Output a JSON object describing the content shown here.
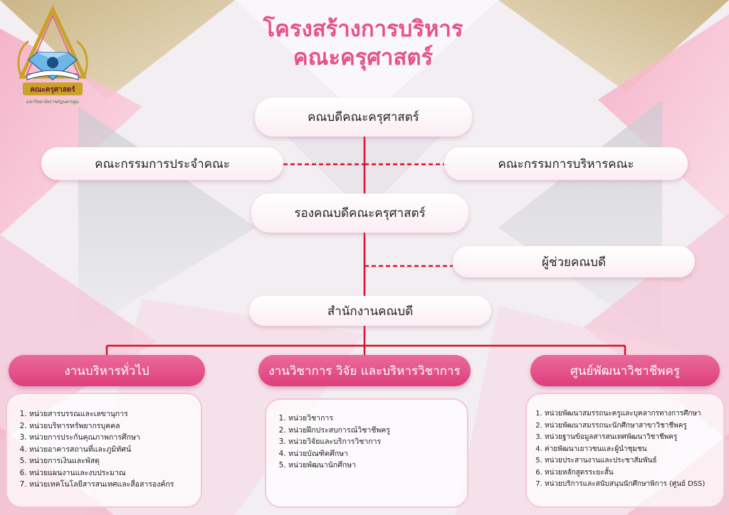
{
  "title": {
    "line1": "โครงสร้างการบริหาร",
    "line2": "คณะครุศาสตร์"
  },
  "logo": {
    "banner_text": "คณะครุศาสตร์",
    "sub_text": "มหาวิทยาลัยราชภัฏนครปฐม"
  },
  "nodes": {
    "dean": "คณบดีคณะครุศาสตร์",
    "faculty_committee": "คณะกรรมการประจำคณะ",
    "admin_committee": "คณะกรรมการบริหารคณะ",
    "associate_dean": "รองคณบดีคณะครุศาสตร์",
    "assistant_dean": "ผู้ช่วยคณบดี",
    "dean_office": "สำนักงานคณบดี"
  },
  "departments": [
    {
      "name": "งานบริหารทั่วไป",
      "items": [
        "หน่วยสารบรรณและเลขานุการ",
        "หน่วยบริหารทรัพยากรบุคคล",
        "หน่วยการประกันคุณภาพการศึกษา",
        "หน่วยอาคารสถานที่และภูมิทัศน์",
        "หน่วยการเงินและพัสดุ",
        "หน่วยแผนงานและงบประมาณ",
        "หน่วยเทคโนโลยีสารสนเทศและสื่อสารองค์กร"
      ]
    },
    {
      "name": "งานวิชาการ วิจัย และบริหารวิชาการ",
      "items": [
        "หน่วยวิชาการ",
        "หน่วยฝึกประสบการณ์วิชาชีพครู",
        "หน่วยวิจัยและบริการวิชาการ",
        "หน่วยบัณฑิตศึกษา",
        "หน่วยพัฒนานักศึกษา"
      ]
    },
    {
      "name": "ศูนย์พัฒนาวิชาชีพครู",
      "items": [
        "หน่วยพัฒนาสมรรถนะครูและบุคลากรทางการศึกษา",
        "หน่วยพัฒนาสมรรถนะนักศึกษาสาขาวิชาชีพครู",
        "หน่วยฐานข้อมูลสารสนเทศพัฒนาวิชาชีพครู",
        "ค่ายพัฒนาเยาวชนและผู้นำชุมชน",
        "หน่วยประสานงานและประชาสัมพันธ์",
        "หน่วยหลักสูตรระยะสั้น",
        "หน่วยบริการและสนับสนุนนักศึกษาพิการ (ศูนย์ DSS)"
      ]
    }
  ],
  "colors": {
    "accent_pink": "#e8508a",
    "line_red": "#d6112a",
    "gold": "#c9a227"
  }
}
